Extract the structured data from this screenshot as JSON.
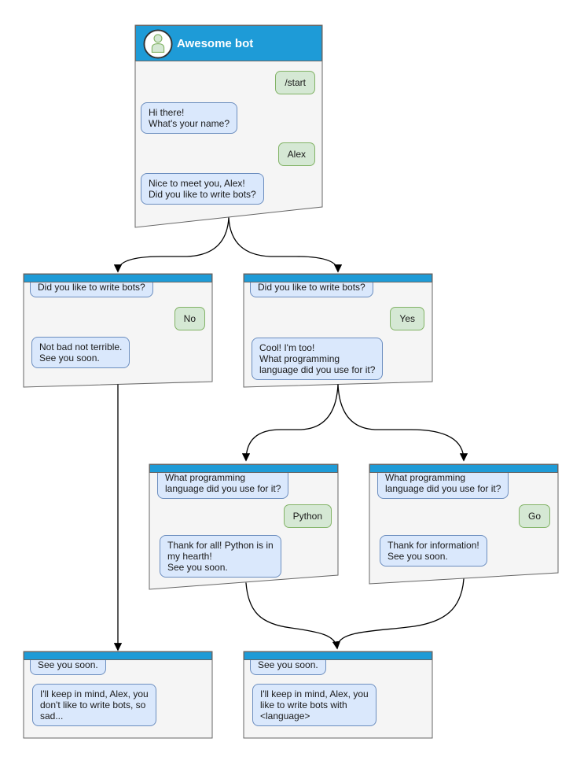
{
  "bot": {
    "name": "Awesome bot",
    "avatar": "person-icon"
  },
  "colors": {
    "header_blue": "#1E9BD7",
    "card_fill": "#F5F5F5",
    "card_border": "#666666",
    "bot_bubble_fill": "#DAE8FC",
    "bot_bubble_border": "#6C8EBF",
    "user_bubble_fill": "#D5E8D4",
    "user_bubble_border": "#82B366",
    "arrow": "#000000"
  },
  "cards": [
    {
      "id": "start",
      "title": "Awesome bot",
      "messages": [
        {
          "from": "user",
          "text": "/start"
        },
        {
          "from": "bot",
          "text": "Hi there!\nWhat's your name?"
        },
        {
          "from": "user",
          "text": "Alex"
        },
        {
          "from": "bot",
          "text": "Nice to meet you, Alex!\nDid you like to write bots?"
        }
      ]
    },
    {
      "id": "branch-no",
      "messages": [
        {
          "from": "bot",
          "text": "Did you like to write bots?"
        },
        {
          "from": "user",
          "text": "No"
        },
        {
          "from": "bot",
          "text": "Not bad not terrible.\nSee you soon."
        }
      ]
    },
    {
      "id": "branch-yes",
      "messages": [
        {
          "from": "bot",
          "text": "Did you like to write bots?"
        },
        {
          "from": "user",
          "text": "Yes"
        },
        {
          "from": "bot",
          "text": "Cool! I'm too!\nWhat programming\nlanguage did you use for it?"
        }
      ]
    },
    {
      "id": "branch-python",
      "messages": [
        {
          "from": "bot",
          "text": "What programming\nlanguage did you use for it?"
        },
        {
          "from": "user",
          "text": "Python"
        },
        {
          "from": "bot",
          "text": "Thank for all! Python is in\nmy hearth!\nSee you soon."
        }
      ]
    },
    {
      "id": "branch-go",
      "messages": [
        {
          "from": "bot",
          "text": "What programming\nlanguage did you use for it?"
        },
        {
          "from": "user",
          "text": "Go"
        },
        {
          "from": "bot",
          "text": "Thank for information!\nSee you soon."
        }
      ]
    },
    {
      "id": "end-no",
      "messages": [
        {
          "from": "bot",
          "text": "See you soon."
        },
        {
          "from": "bot",
          "text": "I'll keep in mind, Alex, you\ndon't like to write bots, so\nsad..."
        }
      ]
    },
    {
      "id": "end-yes",
      "messages": [
        {
          "from": "bot",
          "text": "See you soon."
        },
        {
          "from": "bot",
          "text": "I'll keep in mind, Alex, you\nlike to write bots with\n<language>"
        }
      ]
    }
  ]
}
